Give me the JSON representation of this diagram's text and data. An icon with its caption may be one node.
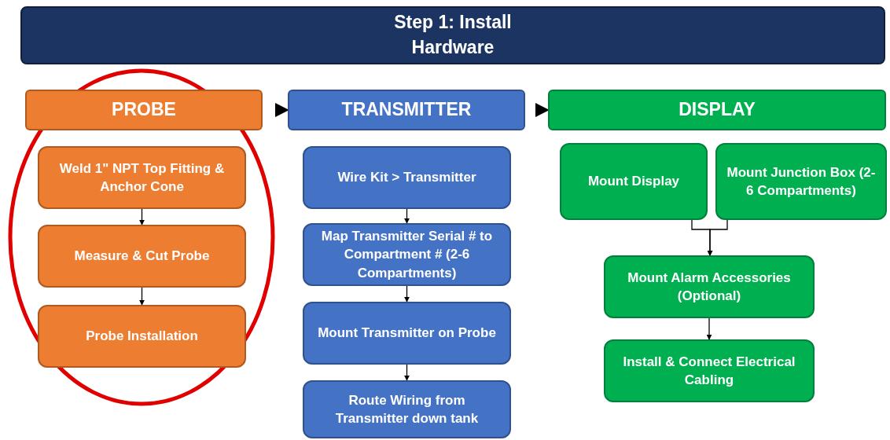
{
  "diagram": {
    "nodes": [
      {
        "text": [
          "Step 1: Install Hardware"
        ]
      },
      {
        "text": [
          "PROBE"
        ]
      },
      {
        "text": [
          "TRANSMITTER"
        ]
      },
      {
        "text": [
          "DISPLAY"
        ]
      },
      {
        "text": [
          "Weld 1\" NPT Top Fitting & Anchor Cone"
        ]
      },
      {
        "text": [
          "Measure & Cut Probe"
        ]
      },
      {
        "text": [
          "Probe Installation"
        ]
      },
      {
        "text": [
          "Wire Kit > Transmitter"
        ]
      },
      {
        "text": [
          "Map Transmitter Serial # to Compartment # (2-6 Compartments)"
        ]
      },
      {
        "text": [
          "Mount Transmitter on Probe"
        ]
      },
      {
        "text": [
          "Route Wiring from Transmitter down tank"
        ]
      },
      {
        "text": [
          "Mount Display"
        ]
      },
      {
        "text": [
          "Mount Junction Box (2-6 Compartments)"
        ]
      },
      {
        "text": [
          "Mount Alarm Accessories (Optional)"
        ]
      },
      {
        "text": [
          "Install & Connect Electrical Cabling"
        ]
      }
    ],
    "edges": [
      {
        "from": 1,
        "to": 2,
        "arrow": "to"
      },
      {
        "from": 2,
        "to": 3,
        "arrow": "to"
      },
      {
        "from": 4,
        "to": 5,
        "arrow": "to"
      },
      {
        "from": 5,
        "to": 6,
        "arrow": "to"
      },
      {
        "from": 7,
        "to": 8,
        "arrow": "to"
      },
      {
        "from": 8,
        "to": 9,
        "arrow": "to"
      },
      {
        "from": 9,
        "to": 10,
        "arrow": "to"
      },
      {
        "from": 11,
        "to": 13,
        "arrow": "to"
      },
      {
        "from": 12,
        "to": 13,
        "arrow": "to"
      },
      {
        "from": 13,
        "to": 14,
        "arrow": "to"
      }
    ]
  }
}
